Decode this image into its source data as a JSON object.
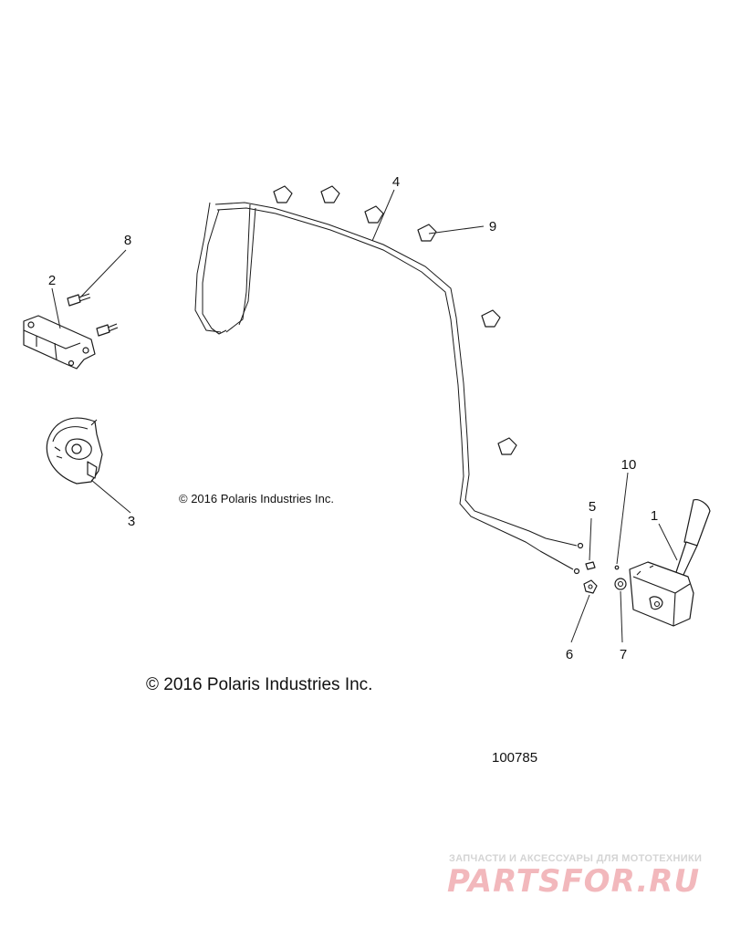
{
  "callouts": {
    "c1": "1",
    "c2": "2",
    "c3": "3",
    "c4": "4",
    "c5": "5",
    "c6": "6",
    "c7": "7",
    "c8": "8",
    "c9": "9",
    "c10": "10"
  },
  "copyright_small": "© 2016 Polaris Industries Inc.",
  "copyright_large": "© 2016 Polaris Industries Inc.",
  "diagram_id": "100785",
  "watermark": {
    "tagline": "ЗАПЧАСТИ И АКСЕССУАРЫ ДЛЯ МОТОТЕХНИКИ",
    "logo": "PARTSFOR.RU",
    "logo_color": "#f2b8bc",
    "tagline_color": "#d4d4d4"
  }
}
